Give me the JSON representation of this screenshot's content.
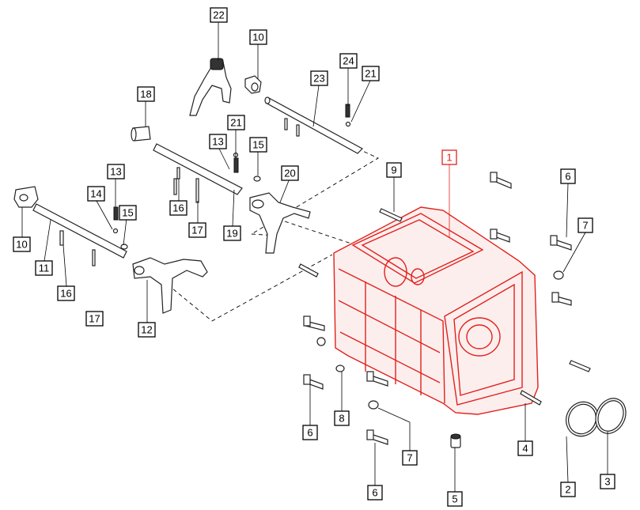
{
  "labels": [
    {
      "id": "l1",
      "text": "1",
      "accent": true
    },
    {
      "id": "l22",
      "text": "22"
    },
    {
      "id": "l10a",
      "text": "10"
    },
    {
      "id": "l24",
      "text": "24"
    },
    {
      "id": "l21a",
      "text": "21"
    },
    {
      "id": "l23",
      "text": "23"
    },
    {
      "id": "l18",
      "text": "18"
    },
    {
      "id": "l21b",
      "text": "21"
    },
    {
      "id": "l13a",
      "text": "13"
    },
    {
      "id": "l15a",
      "text": "15"
    },
    {
      "id": "l9",
      "text": "9"
    },
    {
      "id": "l20",
      "text": "20"
    },
    {
      "id": "l13b",
      "text": "13"
    },
    {
      "id": "l14",
      "text": "14"
    },
    {
      "id": "l15b",
      "text": "15"
    },
    {
      "id": "l16a",
      "text": "16"
    },
    {
      "id": "l17a",
      "text": "17"
    },
    {
      "id": "l19",
      "text": "19"
    },
    {
      "id": "l10b",
      "text": "10"
    },
    {
      "id": "l11",
      "text": "11"
    },
    {
      "id": "l16b",
      "text": "16"
    },
    {
      "id": "l17b",
      "text": "17"
    },
    {
      "id": "l12",
      "text": "12"
    },
    {
      "id": "l6a",
      "text": "6"
    },
    {
      "id": "l7a",
      "text": "7"
    },
    {
      "id": "l8",
      "text": "8"
    },
    {
      "id": "l6b",
      "text": "6"
    },
    {
      "id": "l7b",
      "text": "7"
    },
    {
      "id": "l6c",
      "text": "6"
    },
    {
      "id": "l5",
      "text": "5"
    },
    {
      "id": "l4",
      "text": "4"
    },
    {
      "id": "l2",
      "text": "2"
    },
    {
      "id": "l3",
      "text": "3"
    }
  ],
  "colors": {
    "accent": "#e0221c",
    "ink": "#000000"
  }
}
